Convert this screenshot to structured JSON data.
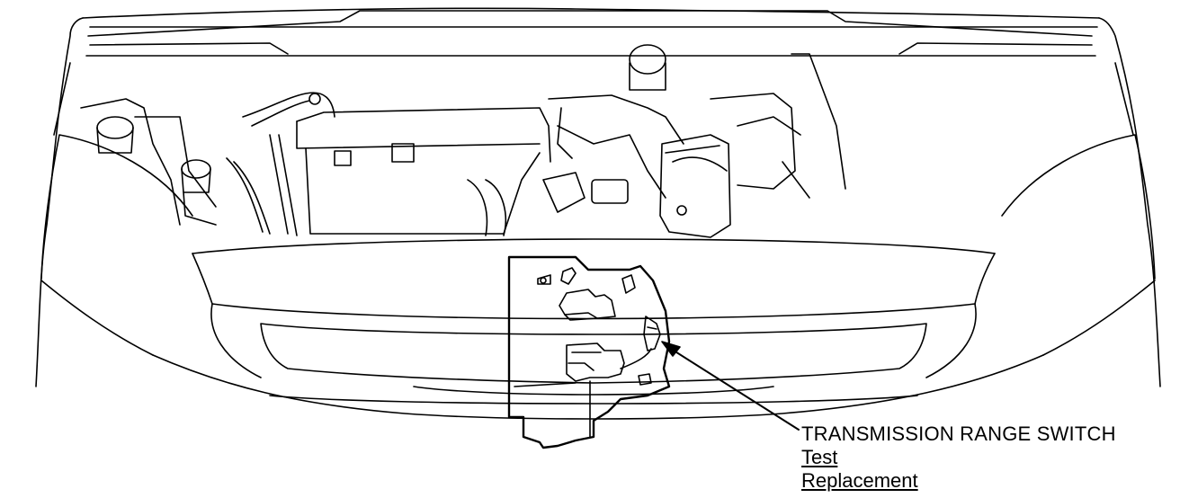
{
  "callout": {
    "title": "TRANSMISSION RANGE SWITCH",
    "links": [
      "Test",
      "Replacement"
    ]
  },
  "colors": {
    "line": "#000000",
    "background": "#ffffff"
  }
}
